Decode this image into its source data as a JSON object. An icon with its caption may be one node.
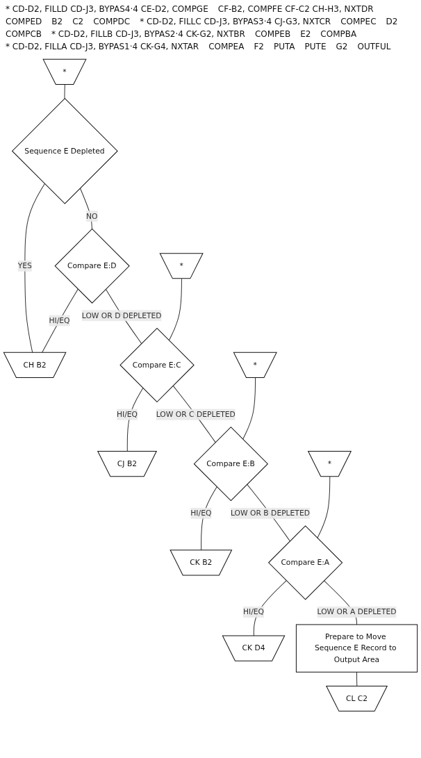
{
  "diagram": {
    "nodes": [
      {
        "text": [
          "*"
        ]
      },
      {
        "text": [
          "Sequence E Depleted"
        ]
      },
      {
        "text": [
          "Compare E:D"
        ]
      },
      {
        "text": [
          "CH B2"
        ]
      },
      {
        "text": [
          "*"
        ]
      },
      {
        "text": [
          "Compare E:C"
        ]
      },
      {
        "text": [
          "CJ B2"
        ]
      },
      {
        "text": [
          "*"
        ]
      },
      {
        "text": [
          "Compare E:B"
        ]
      },
      {
        "text": [
          "CK B2"
        ]
      },
      {
        "text": [
          "*"
        ]
      },
      {
        "text": [
          "Compare E:A"
        ]
      },
      {
        "text": [
          "CK D4"
        ]
      },
      {
        "text": [
          "Prepare to Move Sequence E Record to Output Area"
        ]
      },
      {
        "text": [
          "CL C2"
        ]
      }
    ],
    "edges": [
      {
        "from": 0,
        "to": 1,
        "arrow": "none"
      },
      {
        "from": 1,
        "to": 2,
        "label": "NO",
        "arrow": "none"
      },
      {
        "from": 1,
        "to": 3,
        "label": "YES",
        "arrow": "none"
      },
      {
        "from": 2,
        "to": 3,
        "label": "HI/EQ",
        "arrow": "none"
      },
      {
        "from": 2,
        "to": 5,
        "label": "LOW OR D DEPLETED",
        "arrow": "none"
      },
      {
        "from": 4,
        "to": 5,
        "arrow": "none"
      },
      {
        "from": 5,
        "to": 6,
        "label": "HI/EQ",
        "arrow": "none"
      },
      {
        "from": 5,
        "to": 8,
        "label": "LOW OR C DEPLETED",
        "arrow": "none"
      },
      {
        "from": 7,
        "to": 8,
        "arrow": "none"
      },
      {
        "from": 8,
        "to": 9,
        "label": "HI/EQ",
        "arrow": "none"
      },
      {
        "from": 8,
        "to": 11,
        "label": "LOW OR B DEPLETED",
        "arrow": "none"
      },
      {
        "from": 10,
        "to": 11,
        "arrow": "none"
      },
      {
        "from": 11,
        "to": 12,
        "label": "HI/EQ",
        "arrow": "none"
      },
      {
        "from": 11,
        "to": 13,
        "label": "LOW OR A DEPLETED",
        "arrow": "none"
      },
      {
        "from": 13,
        "to": 14,
        "arrow": "none"
      }
    ],
    "labels": [
      "* CD-D2, FILLD CD-J3, BYPAS4·4 CE-D2, COMPGE",
      "CF-B2, COMPFE CF-C2 CH-H3, NXTDR",
      "COMPED",
      "B2",
      "C2",
      "COMPDC",
      "* CD-D2, FILLC CD-J3, BYPAS3·4 CJ-G3, NXTCR",
      "COMPEC",
      "D2",
      "COMPCB",
      "* CD-D2, FILLB CD-J3, BYPAS2·4 CK-G2, NXTBR",
      "COMPEB",
      "E2",
      "COMPBA",
      "* CD-D2, FILLA CD-J3, BYPAS1·4 CK-G4, NXTAR",
      "COMPEA",
      "F2",
      "PUTA",
      "PUTE",
      "G2",
      "OUTFUL"
    ]
  }
}
